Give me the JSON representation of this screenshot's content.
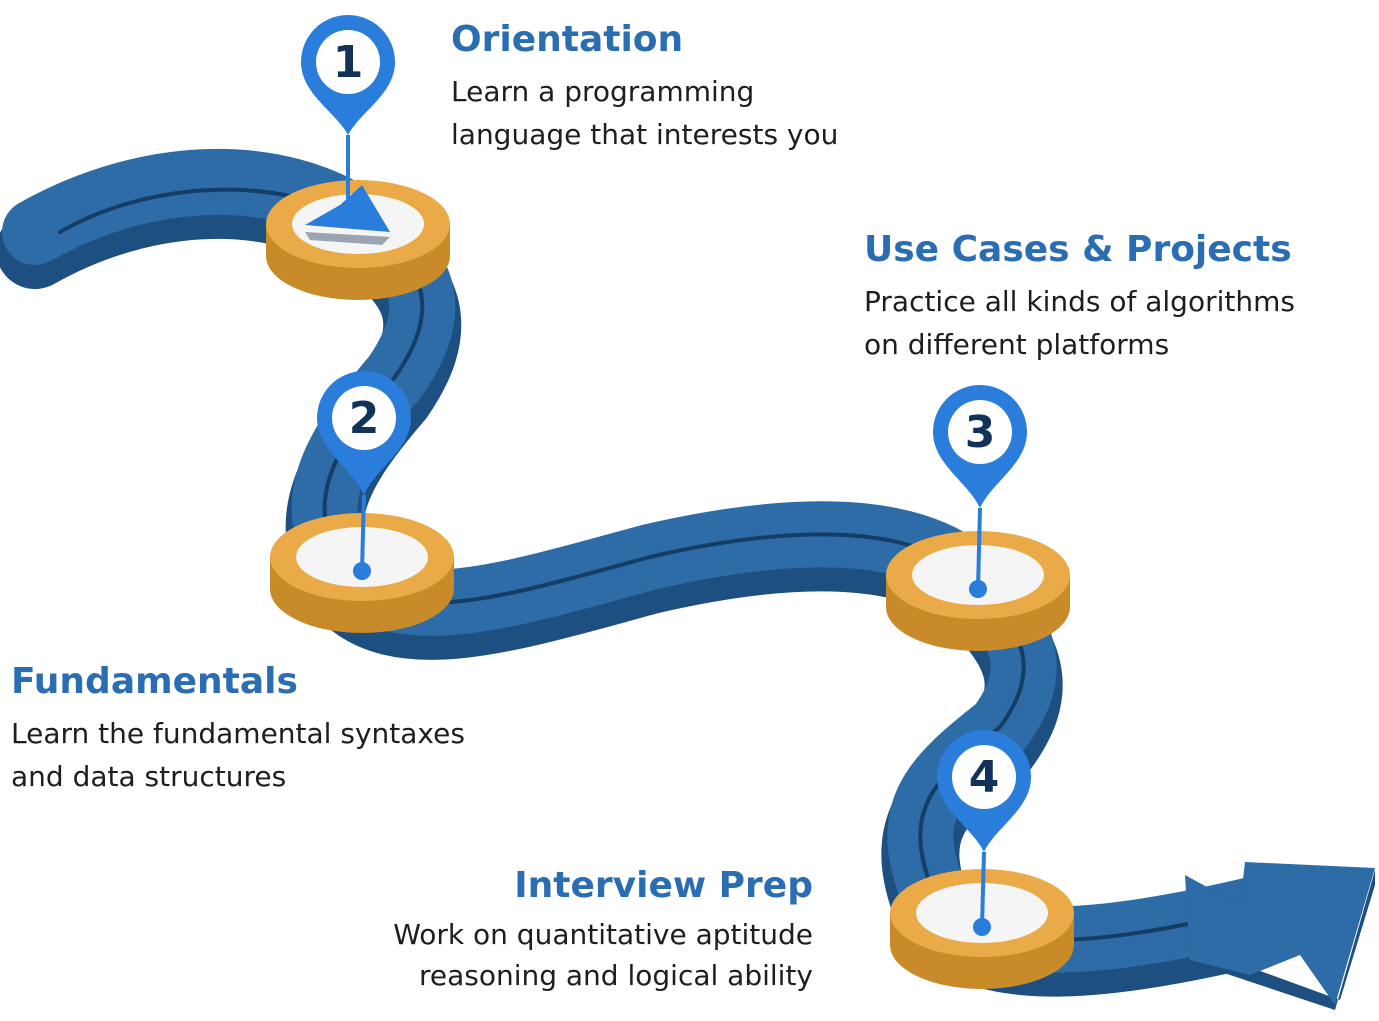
{
  "colors": {
    "road_top": "#2d6ca6",
    "road_side": "#1d4f80",
    "road_line": "#143e66",
    "disc_top": "#e9aa47",
    "disc_side": "#c98a2a",
    "disc_inner": "#f5f5f5",
    "pin": "#2b7ddb",
    "number": "#123259",
    "title": "#2b6db3"
  },
  "steps": [
    {
      "number": "1",
      "title": "Orientation",
      "desc_line1": "Learn a programming",
      "desc_line2": "language that interests you"
    },
    {
      "number": "2",
      "title": "Fundamentals",
      "desc_line1": "Learn the fundamental syntaxes",
      "desc_line2": "and data structures"
    },
    {
      "number": "3",
      "title": "Use Cases & Projects",
      "desc_line1": "Practice all kinds of algorithms",
      "desc_line2": "on different platforms"
    },
    {
      "number": "4",
      "title": "Interview Prep",
      "desc_line1": "Work on quantitative aptitude",
      "desc_line2": "reasoning and logical ability"
    }
  ],
  "icons": {
    "pin": "map-pin-icon",
    "arrow": "arrow-right-icon",
    "start_arrow": "play-arrow-icon"
  }
}
